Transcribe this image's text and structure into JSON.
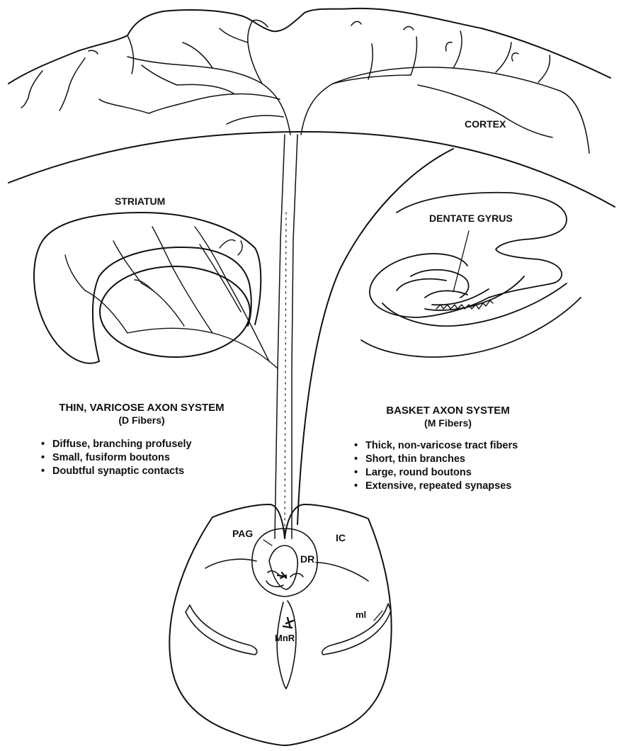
{
  "labels": {
    "cortex": "CORTEX",
    "striatum": "STRIATUM",
    "dentate_gyrus": "DENTATE GYRUS",
    "pag": "PAG",
    "ic": "IC",
    "dr": "DR",
    "ml": "ml",
    "mnr": "MnR"
  },
  "d_system": {
    "title": "THIN, VARICOSE AXON SYSTEM",
    "subtitle": "(D Fibers)",
    "bullets": [
      "Diffuse, branching profusely",
      "Small, fusiform boutons",
      "Doubtful synaptic contacts"
    ]
  },
  "m_system": {
    "title": "BASKET AXON SYSTEM",
    "subtitle": "(M Fibers)",
    "bullets": [
      "Thick, non-varicose tract fibers",
      "Short, thin branches",
      "Large, round boutons",
      "Extensive, repeated synapses"
    ]
  },
  "bullet_char": "•",
  "colors": {
    "ink": "#111111",
    "paper": "#ffffff"
  }
}
